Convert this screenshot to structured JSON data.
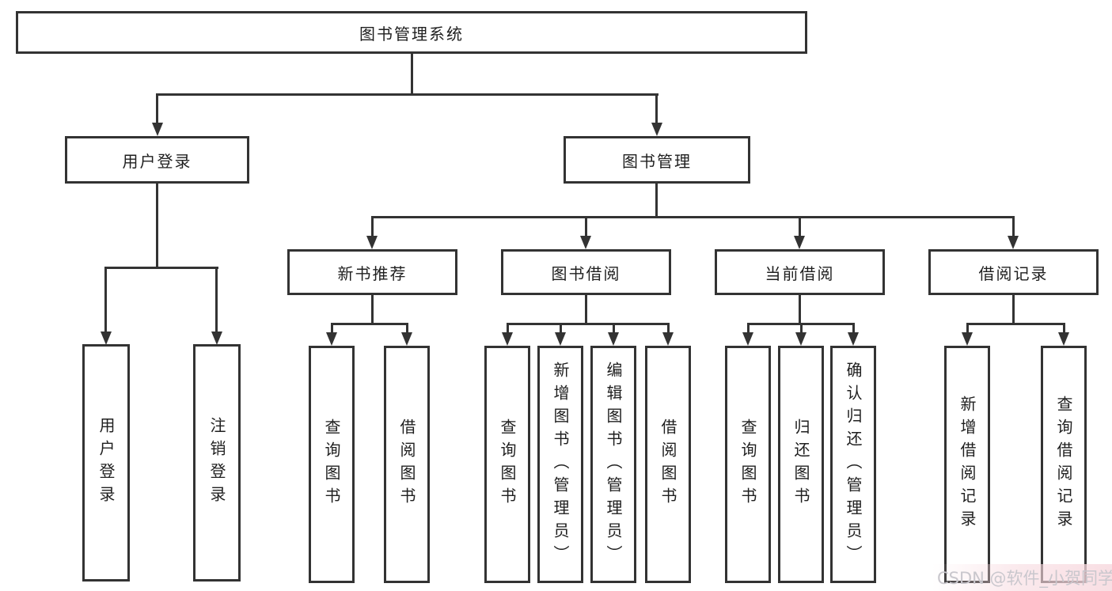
{
  "colors": {
    "line": "#333333",
    "box_background": "#ffffff",
    "box_border": "#333333",
    "text": "#1f1f1f",
    "watermark_text": "#c9c7cd",
    "watermark_tint": "#f7d8de"
  },
  "tree": {
    "label": "图书管理系统",
    "children": [
      {
        "label": "用户登录",
        "children": [
          {
            "label": "用户登录"
          },
          {
            "label": "注销登录"
          }
        ]
      },
      {
        "label": "图书管理",
        "children": [
          {
            "label": "新书推荐",
            "children": [
              {
                "label": "查询图书"
              },
              {
                "label": "借阅图书"
              }
            ]
          },
          {
            "label": "图书借阅",
            "children": [
              {
                "label": "查询图书"
              },
              {
                "label": "新增图书（管理员）"
              },
              {
                "label": "编辑图书（管理员）"
              },
              {
                "label": "借阅图书"
              }
            ]
          },
          {
            "label": "当前借阅",
            "children": [
              {
                "label": "查询图书"
              },
              {
                "label": "归还图书"
              },
              {
                "label": "确认归还（管理员）"
              }
            ]
          },
          {
            "label": "借阅记录",
            "children": [
              {
                "label": "新增借阅记录"
              },
              {
                "label": "查询借阅记录"
              }
            ]
          }
        ]
      }
    ]
  },
  "watermark": {
    "text": "CSDN @软件_小贺同学"
  }
}
